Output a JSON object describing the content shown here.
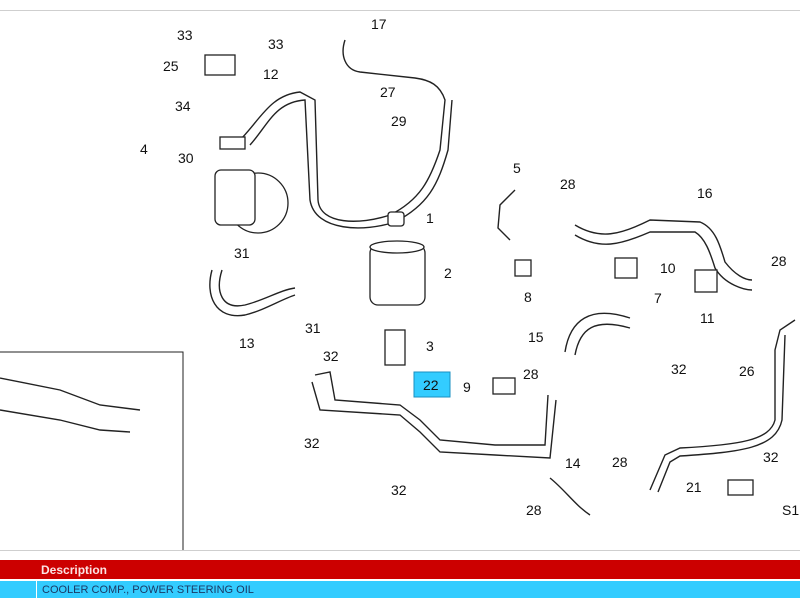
{
  "diagram": {
    "callouts": [
      "33",
      "25",
      "34",
      "4",
      "30",
      "33",
      "12",
      "17",
      "27",
      "29",
      "1",
      "2",
      "31",
      "13",
      "31",
      "32",
      "3",
      "22",
      "9",
      "28",
      "32",
      "32",
      "5",
      "28",
      "8",
      "16",
      "10",
      "28",
      "7",
      "11",
      "15",
      "32",
      "26",
      "14",
      "28",
      "28",
      "32",
      "21",
      "S1"
    ],
    "highlighted_callout": "22",
    "highlight_color": "#33ccff"
  },
  "table": {
    "header": "Description",
    "rows": [
      {
        "description": "COOLER COMP., POWER STEERING OIL"
      }
    ],
    "header_color": "#cc0000",
    "row_color": "#33ccff"
  }
}
